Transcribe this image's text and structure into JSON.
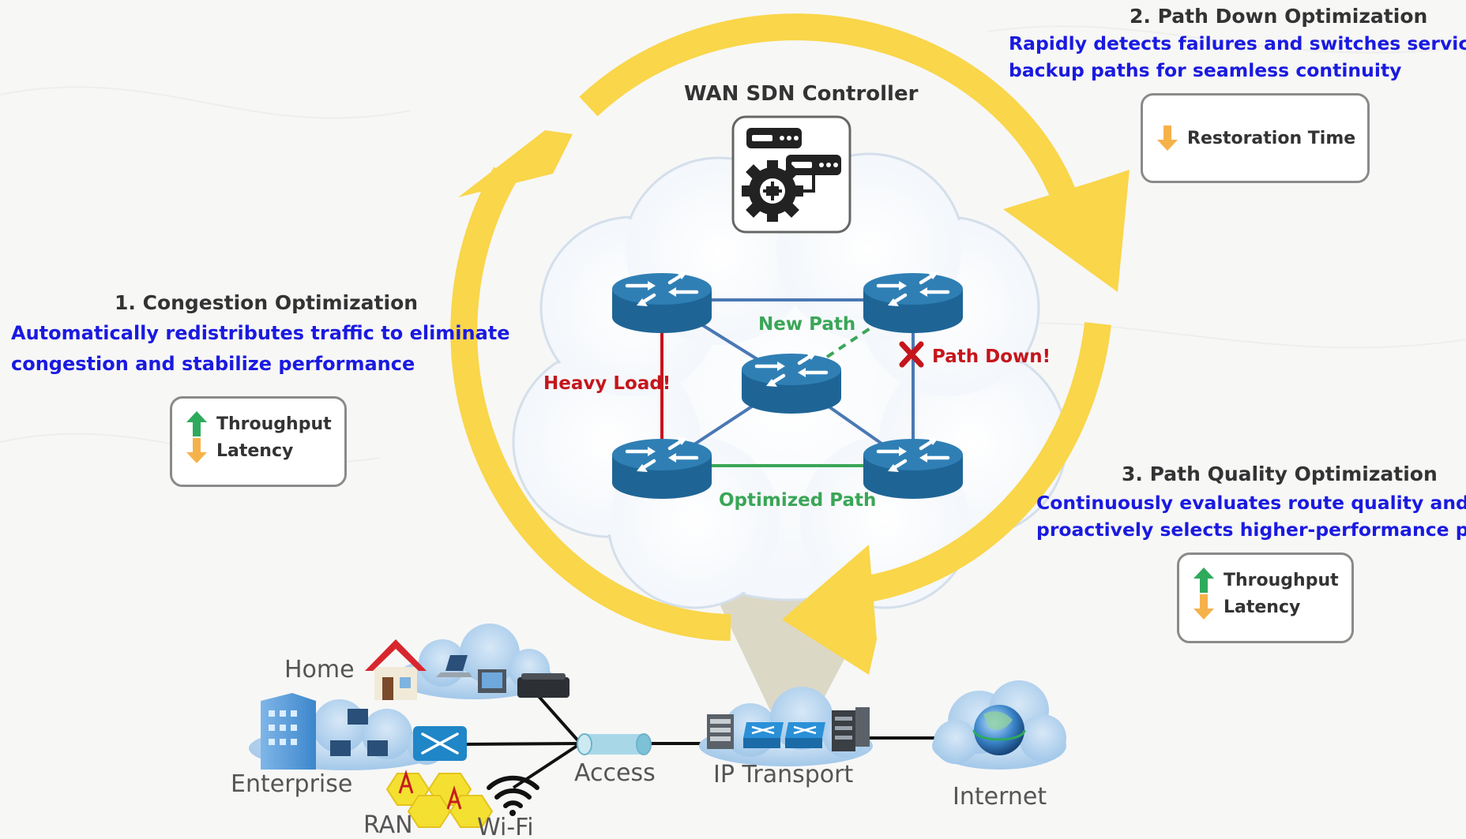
{
  "controller": {
    "title": "WAN SDN Controller"
  },
  "colors": {
    "cycle_arrow": "#f9d64a",
    "router": "#1e6596",
    "heading": "#333333",
    "description": "#1a1ae0",
    "alert": "#c4161c",
    "path_ok": "#3aa657",
    "arrow_up": "#2eaa5c",
    "arrow_down": "#f6b24a"
  },
  "core_network": {
    "labels": {
      "new_path": "New Path",
      "heavy_load": "Heavy Load!",
      "path_down": "Path Down!",
      "optimized_path": "Optimized Path"
    }
  },
  "sections": [
    {
      "title": "1. Congestion Optimization",
      "description": [
        "Automatically redistributes traffic to eliminate",
        "congestion and stabilize performance"
      ],
      "kpis": [
        {
          "icon": "arrow-up-icon",
          "label": "Throughput"
        },
        {
          "icon": "arrow-down-icon",
          "label": "Latency"
        }
      ]
    },
    {
      "title": "2. Path Down Optimization",
      "description": [
        "Rapidly detects failures and switches services to",
        "backup paths for seamless continuity"
      ],
      "kpis": [
        {
          "icon": "arrow-down-icon",
          "label": "Restoration Time"
        }
      ]
    },
    {
      "title": "3. Path Quality Optimization",
      "description": [
        "Continuously evaluates route quality and",
        "proactively selects higher-performance paths"
      ],
      "kpis": [
        {
          "icon": "arrow-up-icon",
          "label": "Throughput"
        },
        {
          "icon": "arrow-down-icon",
          "label": "Latency"
        }
      ]
    }
  ],
  "access_network": {
    "home": "Home",
    "enterprise": "Enterprise",
    "ran": "RAN",
    "wifi": "Wi-Fi",
    "access": "Access",
    "ip_transport": "IP Transport",
    "internet": "Internet"
  }
}
